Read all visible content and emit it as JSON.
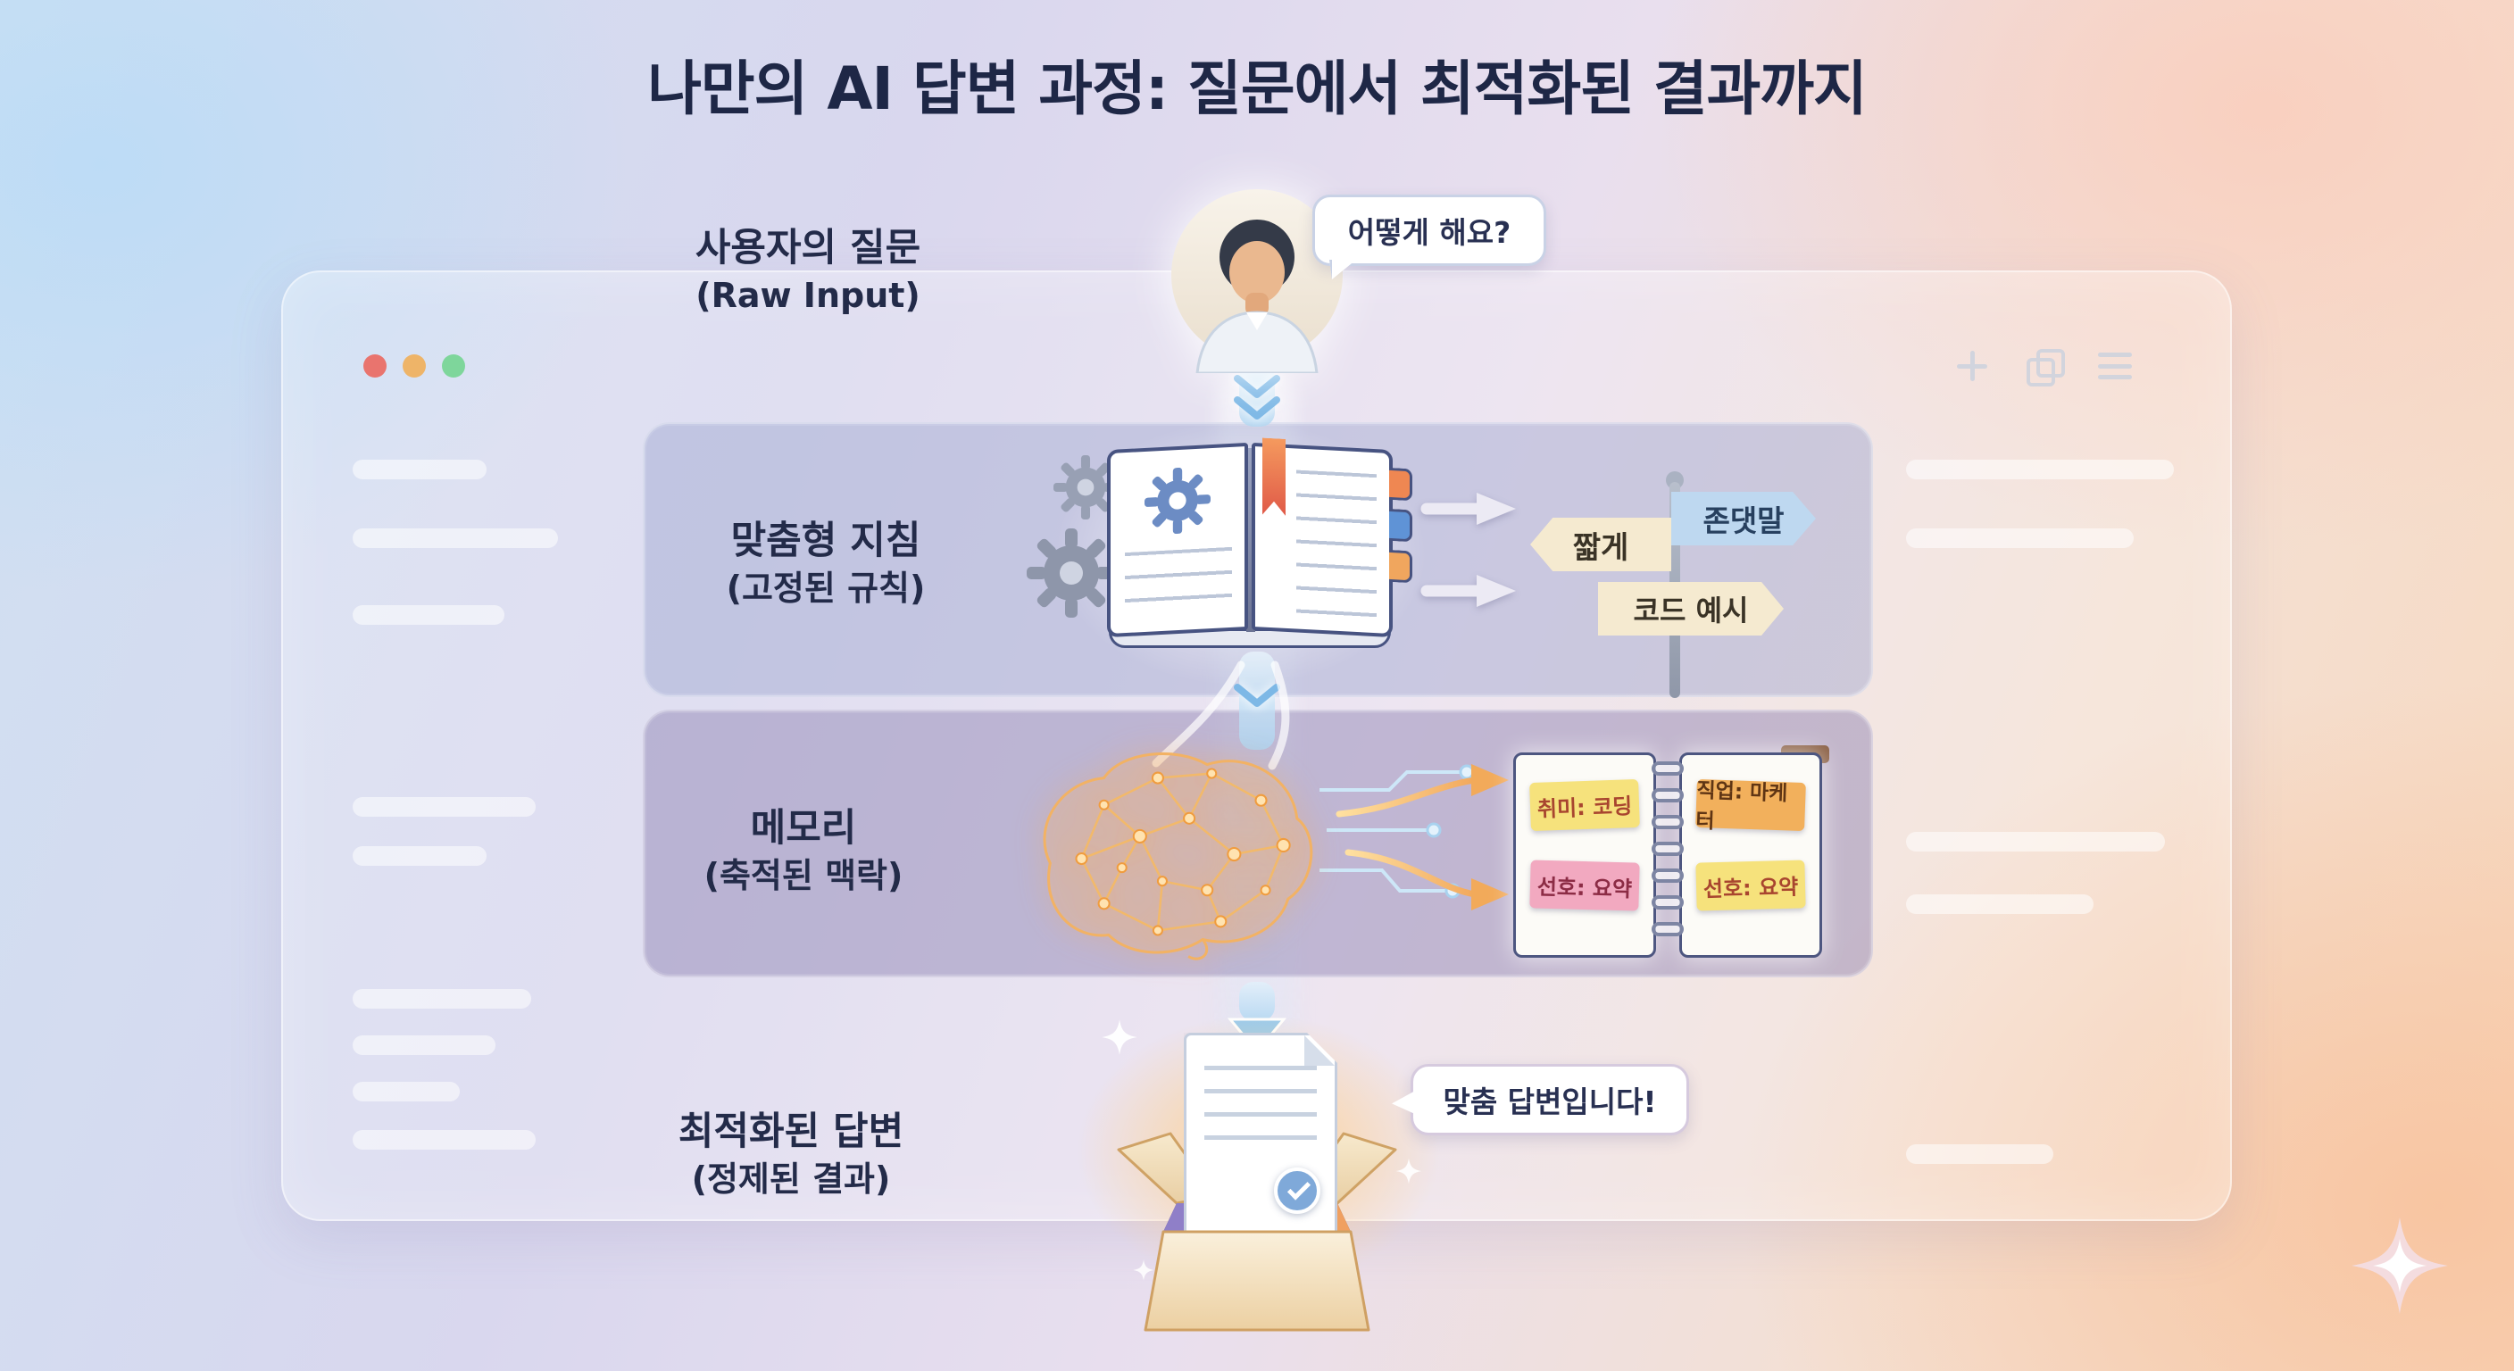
{
  "title": "나만의 AI 답변 과정: 질문에서 최적화된 결과까지",
  "stage_input": {
    "label": "사용자의 질문",
    "sublabel": "(Raw Input)",
    "bubble": "어떻게 해요?"
  },
  "stage_instructions": {
    "label": "맞춤형 지침",
    "sublabel": "(고정된 규칙)",
    "signs": [
      "짧게",
      "존댓말",
      "코드 예시"
    ]
  },
  "stage_memory": {
    "label": "메모리",
    "sublabel": "(축적된 맥락)",
    "notebook": {
      "left_notes": [
        "취미: 코딩",
        "선호: 요약"
      ],
      "right_notes": [
        "직업: 마케터",
        "선호: 요약"
      ]
    }
  },
  "stage_output": {
    "label": "최적화된 답변",
    "sublabel": "(정제된 결과)",
    "bubble": "맞춤 답변입니다!"
  },
  "colors": {
    "title_text": "#1e2746",
    "background_blue": "#cfe0f2",
    "background_peach": "#f7d8bf",
    "panel_instructions": "rgba(147,157,203,0.40)",
    "panel_memory": "rgba(134,124,174,0.44)",
    "flow_blue": "#aed6f2",
    "brain_orange": "#f2a85c",
    "traffic_red": "#e9746e",
    "traffic_yellow": "#eeb468",
    "traffic_green": "#7ed69b",
    "note_yellow": "#f6e27c",
    "note_pink": "#f2a9c0",
    "note_orange": "#f2b05c",
    "sign_cream": "#f5ead0",
    "sign_blue": "#bed8f0"
  }
}
